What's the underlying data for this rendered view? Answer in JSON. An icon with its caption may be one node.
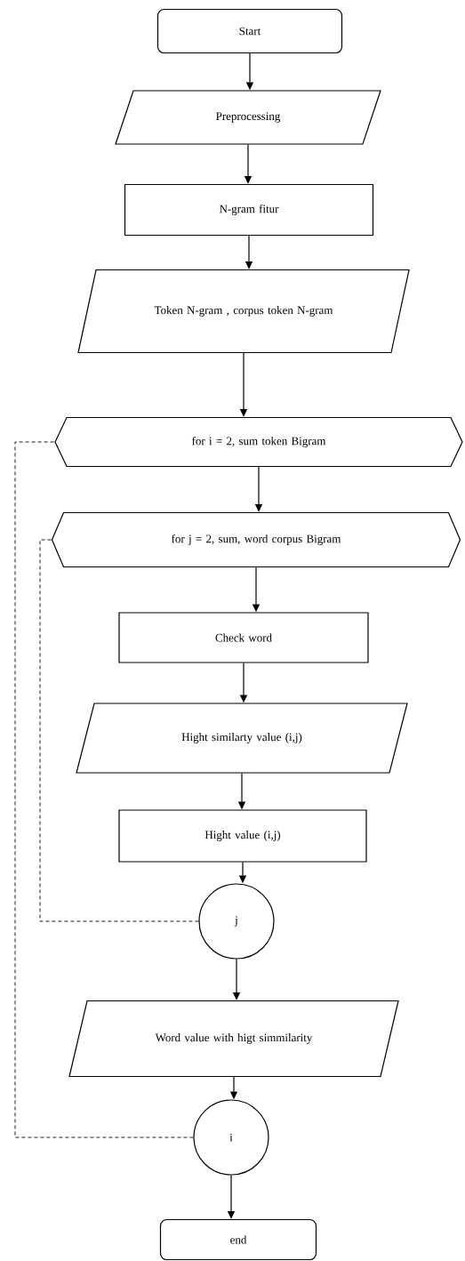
{
  "diagram": {
    "nodes": [
      {
        "text": [
          "Start"
        ]
      },
      {
        "text": [
          "Preprocessing"
        ]
      },
      {
        "text": [
          "N-gram fitur"
        ]
      },
      {
        "text": [
          "Token N-gram , corpus token N-gram"
        ]
      },
      {
        "text": [
          "for i = 2, sum token Bigram"
        ]
      },
      {
        "text": [
          "for j = 2, sum, word corpus Bigram"
        ]
      },
      {
        "text": [
          "Check word"
        ]
      },
      {
        "text": [
          "Hight similarty value (i,j)"
        ]
      },
      {
        "text": [
          "Hight value (i,j)"
        ]
      },
      {
        "text": [
          "j"
        ]
      },
      {
        "text": [
          "Word value with higt simmilarity"
        ]
      },
      {
        "text": [
          "i"
        ]
      },
      {
        "text": [
          "end"
        ]
      }
    ],
    "edges": [
      {
        "from": 0,
        "to": 1,
        "arrow": "to"
      },
      {
        "from": 1,
        "to": 2,
        "arrow": "to"
      },
      {
        "from": 2,
        "to": 3,
        "arrow": "to"
      },
      {
        "from": 3,
        "to": 4,
        "arrow": "to"
      },
      {
        "from": 4,
        "to": 5,
        "arrow": "to"
      },
      {
        "from": 5,
        "to": 6,
        "arrow": "to"
      },
      {
        "from": 6,
        "to": 7,
        "arrow": "to"
      },
      {
        "from": 7,
        "to": 8,
        "arrow": "to"
      },
      {
        "from": 8,
        "to": 9,
        "arrow": "to"
      },
      {
        "from": 9,
        "to": 10,
        "arrow": "to"
      },
      {
        "from": 10,
        "to": 11,
        "arrow": "to"
      },
      {
        "from": 11,
        "to": 12,
        "arrow": "to"
      },
      {
        "from": 9,
        "to": 5,
        "arrow": "none",
        "style": "dashed"
      },
      {
        "from": 11,
        "to": 4,
        "arrow": "none",
        "style": "dashed"
      }
    ]
  }
}
